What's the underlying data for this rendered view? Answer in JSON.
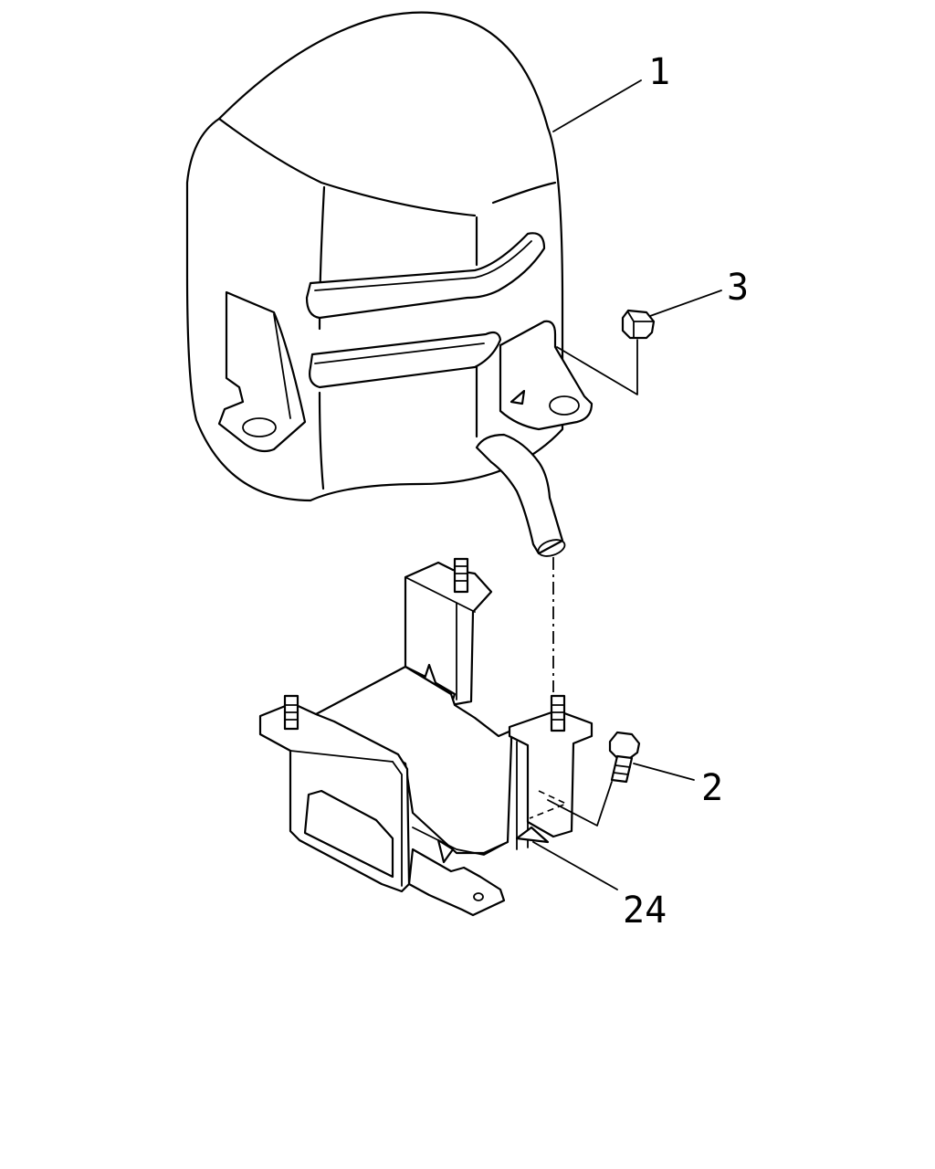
{
  "callouts": {
    "c1": "1",
    "c2": "2",
    "c3": "3",
    "c24": "24"
  },
  "colors": {
    "line": "#000000",
    "background": "#ffffff"
  }
}
